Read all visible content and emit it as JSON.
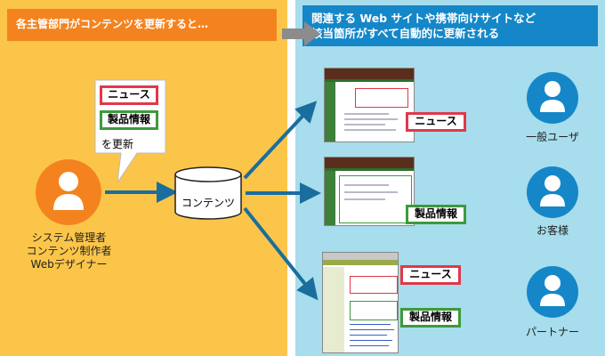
{
  "banner_left": "各主管部門がコンテンツを更新すると…",
  "banner_right": {
    "line1": "関連する Web サイトや携帯向けサイトなど",
    "line2": "該当箇所がすべて自動的に更新される"
  },
  "editor": {
    "labels": [
      "システム管理者",
      "コンテンツ制作者",
      "Webデザイナー"
    ]
  },
  "callout": {
    "tag_news": "ニュース",
    "tag_products": "製品情報",
    "suffix": "を更新"
  },
  "database": {
    "label": "コンテンツ"
  },
  "sites": [
    {
      "tags": [
        "ニュース"
      ]
    },
    {
      "tags": [
        "製品情報"
      ]
    },
    {
      "tags": [
        "ニュース",
        "製品情報"
      ]
    }
  ],
  "audiences": [
    "一般ユーザ",
    "お客様",
    "パートナー"
  ],
  "colors": {
    "left_panel": "#FBC54A",
    "right_panel": "#A7DDEC",
    "orange": "#F4831F",
    "blue": "#1587C8",
    "arrow": "#1A6E9E",
    "news_tag": "#E0384A",
    "product_tag": "#3D9A3D"
  },
  "icons": [
    "person-icon",
    "database-icon",
    "arrow-icon"
  ]
}
